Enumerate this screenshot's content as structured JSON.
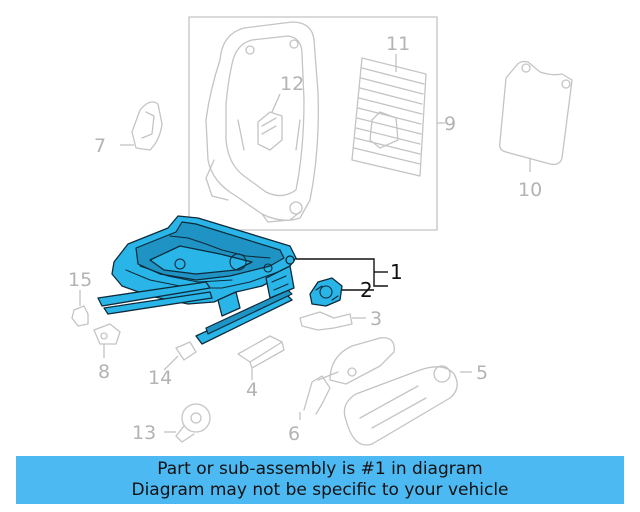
{
  "callouts": {
    "c1": "1",
    "c2": "2",
    "c3": "3",
    "c4": "4",
    "c5": "5",
    "c6": "6",
    "c7": "7",
    "c8": "8",
    "c9": "9",
    "c10": "10",
    "c11": "11",
    "c12": "12",
    "c13": "13",
    "c14": "14",
    "c15": "15"
  },
  "banner": {
    "line1": "Part or sub-assembly is #1 in diagram",
    "line2": "Diagram may not be specific to your vehicle"
  },
  "colors": {
    "highlight": "#2ab5e8",
    "banner": "#4cb9f2",
    "ghost": "#c4c4c4"
  }
}
